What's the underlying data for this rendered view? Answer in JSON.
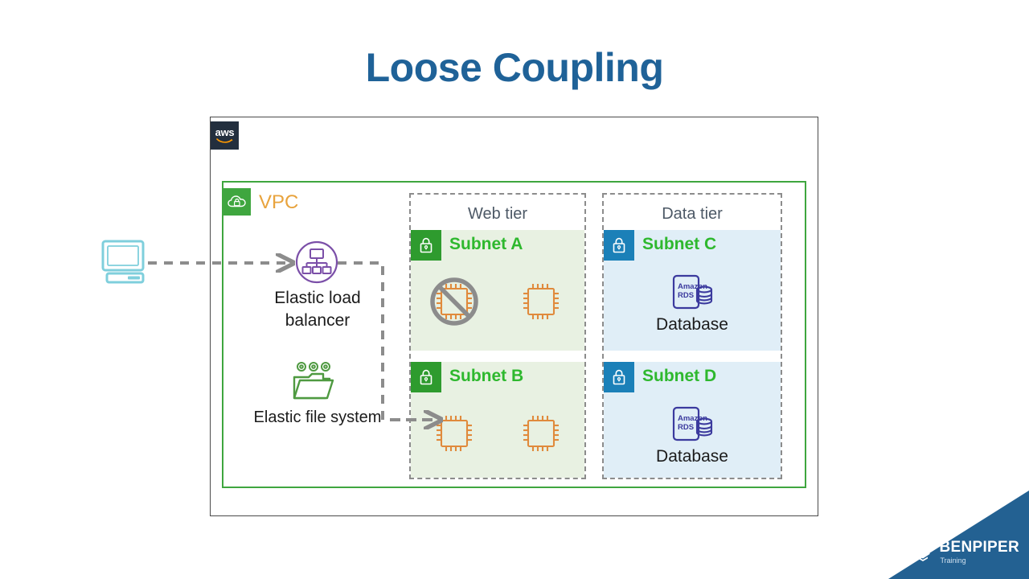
{
  "slide": {
    "title": "Loose Coupling"
  },
  "cloud": {
    "provider_logo": "aws-logo",
    "provider_word": "aws"
  },
  "vpc": {
    "label": "VPC",
    "icon": "vpc-cloud-lock-icon",
    "border_color": "#3fa63f",
    "label_color": "#e8a33d"
  },
  "tiers": [
    {
      "title": "Web tier",
      "subnets": [
        {
          "label": "Subnet A",
          "lock_icon": "lock-icon",
          "lock_color": "#2e9b2e",
          "pane_color": "#e8f1e2",
          "instances": [
            {
              "icon": "ec2-instance-icon",
              "disabled": true,
              "overlay_icon": "prohibited-icon"
            },
            {
              "icon": "ec2-instance-icon",
              "disabled": false,
              "overlay_icon": ""
            }
          ]
        },
        {
          "label": "Subnet B",
          "lock_icon": "lock-icon",
          "lock_color": "#2e9b2e",
          "pane_color": "#e8f1e2",
          "instances": [
            {
              "icon": "ec2-instance-icon",
              "disabled": false,
              "overlay_icon": ""
            },
            {
              "icon": "ec2-instance-icon",
              "disabled": false,
              "overlay_icon": ""
            }
          ]
        }
      ]
    },
    {
      "title": "Data tier",
      "subnets": [
        {
          "label": "Subnet C",
          "lock_icon": "lock-icon",
          "lock_color": "#1b80b8",
          "pane_color": "#e0eef7",
          "database": {
            "icon": "amazon-rds-icon",
            "brand_line1": "Amazon",
            "brand_line2": "RDS",
            "label": "Database"
          }
        },
        {
          "label": "Subnet D",
          "lock_icon": "lock-icon",
          "lock_color": "#1b80b8",
          "pane_color": "#e0eef7",
          "database": {
            "icon": "amazon-rds-icon",
            "brand_line1": "Amazon",
            "brand_line2": "RDS",
            "label": "Database"
          }
        }
      ]
    }
  ],
  "nodes": {
    "client": {
      "icon": "client-computer-icon",
      "color": "#7fcfdc"
    },
    "load_balancer": {
      "icon": "elastic-load-balancer-icon",
      "label_line1": "Elastic load",
      "label_line2": "balancer",
      "color": "#7b4fa8"
    },
    "file_system": {
      "icon": "elastic-file-system-icon",
      "label": "Elastic file system",
      "color": "#4f9a41"
    }
  },
  "connections": [
    {
      "from": "client",
      "to": "load_balancer",
      "style": "dashed",
      "color": "#8c8c8c"
    },
    {
      "from": "load_balancer",
      "to": "subnet-b",
      "style": "dashed",
      "color": "#8c8c8c"
    },
    {
      "from": "file_system",
      "to": "subnet-b",
      "style": "dashed",
      "color": "#8c8c8c"
    }
  ],
  "brand": {
    "name": "BENPIPER",
    "sub": "Training",
    "color": "#236192",
    "logo_icon": "benpiper-chevron-icon"
  }
}
